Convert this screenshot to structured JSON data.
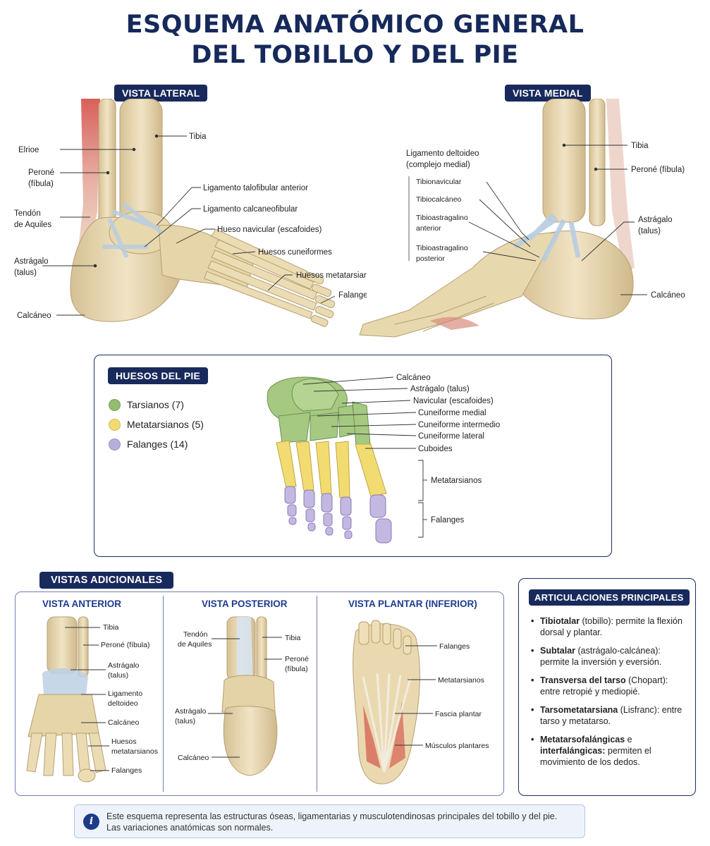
{
  "title": {
    "line1": "ESQUEMA ANATÓMICO GENERAL",
    "line2": "DEL TOBILLO Y DEL PIE"
  },
  "lateral": {
    "badge": "VISTA LATERAL",
    "labels": {
      "tibia": "Tibia",
      "elrioe": "Elrioe",
      "perone1": "Peroné",
      "perone2": "(fíbula)",
      "aquiles1": "Tendón",
      "aquiles2": "de Aquiles",
      "astragalo1": "Astrágalo",
      "astragalo2": "(talus)",
      "calcaneo": "Calcáneo",
      "lig_tfa": "Ligamento talofibular anterior",
      "lig_cf": "Ligamento calcaneofibular",
      "navicular": "Hueso navicular (escafoides)",
      "cuneiformes": "Huesos cuneiformes",
      "metatarsianos": "Huesos metatarsianos",
      "falanges": "Falanges"
    }
  },
  "medial": {
    "badge": "VISTA MEDIAL",
    "labels": {
      "deltoid1": "Ligamento deltoideo",
      "deltoid2": "(complejo medial)",
      "tibionavicular": "Tibionavicular",
      "tibiocalcaneo": "Tibiocalcáneo",
      "ta_ant1": "Tibioastragalino",
      "ta_ant2": "anterior",
      "ta_post1": "Tibioastragalino",
      "ta_post2": "posterior",
      "tibia": "Tibia",
      "perone": "Peroné (fíbula)",
      "astragalo1": "Astrágalo",
      "astragalo2": "(talus)",
      "calcaneo": "Calcáneo"
    }
  },
  "bones": {
    "badge": "HUESOS DEL PIE",
    "legend": [
      {
        "label": "Tarsianos (7)",
        "color": "#93bd6f"
      },
      {
        "label": "Metatarsianos (5)",
        "color": "#f2dc72"
      },
      {
        "label": "Falanges (14)",
        "color": "#b9aedb"
      }
    ],
    "labels": {
      "calcaneo": "Calcáneo",
      "astragalo": "Astrágalo (talus)",
      "navicular": "Navicular (escafoides)",
      "cun_medial": "Cuneiforme medial",
      "cun_inter": "Cuneiforme intermedio",
      "cun_lateral": "Cuneiforme lateral",
      "cuboides": "Cuboides",
      "metatarsianos": "Metatarsianos",
      "falanges": "Falanges"
    }
  },
  "additional": {
    "badge": "VISTAS ADICIONALES",
    "anterior": {
      "title": "VISTA ANTERIOR",
      "labels": {
        "tibia": "Tibia",
        "perone": "Peroné (fíbula)",
        "astragalo1": "Astrágalo",
        "astragalo2": "(talus)",
        "ligamento1": "Ligamento",
        "ligamento2": "deltoideo",
        "calcaneo": "Calcáneo",
        "huesos1": "Huesos",
        "huesos2": "metatarsianos",
        "falanges": "Falanges"
      }
    },
    "posterior": {
      "title": "VISTA POSTERIOR",
      "labels": {
        "tendon1": "Tendón",
        "tendon2": "de Aquiles",
        "tibia": "Tibia",
        "perone1": "Peroné",
        "perone2": "(fíbula)",
        "astragalo1": "Astrágalo",
        "astragalo2": "(talus)",
        "calcaneo": "Calcáneo"
      }
    },
    "plantar": {
      "title": "VISTA PLANTAR (INFERIOR)",
      "labels": {
        "falanges": "Falanges",
        "metatarsianos": "Metatarsianos",
        "fascia": "Fascia plantar",
        "musculos": "Músculos plantares"
      }
    }
  },
  "joints": {
    "badge": "ARTICULACIONES PRINCIPALES",
    "items": [
      {
        "name": "Tibiotalar",
        "rest": " (tobillo): permite la flexión dorsal y plantar."
      },
      {
        "name": "Subtalar",
        "rest": " (astrágalo-calcánea): permite la inversión y eversión."
      },
      {
        "name": "Transversa del tarso",
        "rest": " (Chopart): entre retropié y mediopié."
      },
      {
        "name": "Tarsometatarsiana",
        "rest": " (Lisfranc): entre tarso y metatarso."
      },
      {
        "name": "Metatarsofalángicas",
        "mid": " e ",
        "name2": "interfalángicas:",
        "rest": " permiten el movimiento de los dedos."
      }
    ]
  },
  "note": {
    "icon": "i",
    "line1": "Este esquema representa las estructuras óseas, ligamentarias y musculotendinosas principales del tobillo y del pie.",
    "line2": "Las variaciones anatómicas son normales."
  },
  "colors": {
    "navy": "#18295c",
    "bone": "#e7d7b0",
    "tarsal": "#93bd6f",
    "metatarsal": "#f2dc72",
    "phalanx": "#b9aedb",
    "ligament": "#c2d4e6"
  }
}
